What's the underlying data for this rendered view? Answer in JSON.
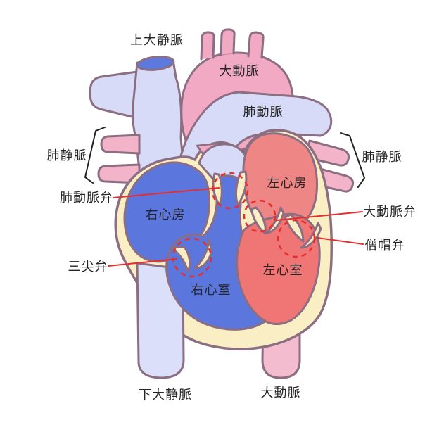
{
  "diagram_type": "heart-anatomy-cross-section",
  "labels": {
    "superior_vena_cava": "上大静脈",
    "aorta": "大動脈",
    "pulmonary_artery": "肺動脈",
    "pulmonary_vein_left": "肺静脈",
    "pulmonary_vein_right": "肺静脈",
    "pulmonary_valve": "肺動脈弁",
    "right_atrium": "右心房",
    "left_atrium": "左心房",
    "aortic_valve": "大動脈弁",
    "mitral_valve": "僧帽弁",
    "tricuspid_valve": "三尖弁",
    "right_ventricle": "右心室",
    "left_ventricle": "左心室",
    "inferior_vena_cava": "下大静脈",
    "descending_aorta": "大動脈"
  },
  "colors": {
    "vein_lavender": "#d8dbf7",
    "ivc_lavender": "#dcdff9",
    "svc_lumen_blue": "#5c7ade",
    "artery_pink": "#f1a9c4",
    "pulmonary_vein_pink": "#f3b3c9",
    "descending_aorta_pink": "#f3bccf",
    "right_heart_blue": "#5b76dd",
    "left_atrium_red": "#ee8686",
    "left_ventricle_red": "#f07575",
    "heart_wall_cream": "#faeec5",
    "outline_purple": "#8c6e82",
    "annotation_red": "#e62e2e",
    "bracket_black": "#222222",
    "label_text": "#262626"
  }
}
